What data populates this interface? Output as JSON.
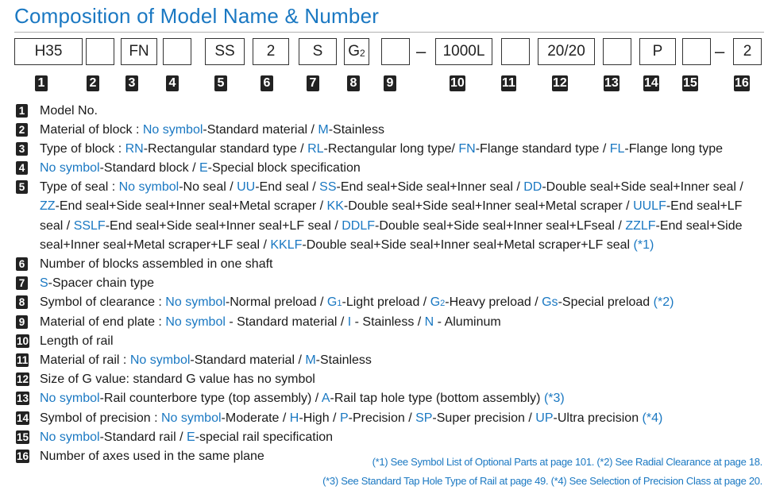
{
  "title": "Composition of Model Name & Number",
  "boxes": [
    "H35",
    "",
    "FN",
    "",
    "SS",
    "2",
    "S",
    "G2",
    "",
    "1000L",
    "",
    "20/20",
    "",
    "P",
    "",
    "2"
  ],
  "dash": "–",
  "badges": [
    "1",
    "2",
    "3",
    "4",
    "5",
    "6",
    "7",
    "8",
    "9",
    "10",
    "11",
    "12",
    "13",
    "14",
    "15",
    "16"
  ],
  "lines": [
    [
      {
        "t": "Model No."
      }
    ],
    [
      {
        "t": "Material of block : "
      },
      {
        "t": "No symbol",
        "b": 1
      },
      {
        "t": "-Standard material / "
      },
      {
        "t": "M",
        "b": 1
      },
      {
        "t": "-Stainless"
      }
    ],
    [
      {
        "t": "Type of block : "
      },
      {
        "t": "RN",
        "b": 1
      },
      {
        "t": "-Rectangular standard type / "
      },
      {
        "t": "RL",
        "b": 1
      },
      {
        "t": "-Rectangular long type/ "
      },
      {
        "t": "FN",
        "b": 1
      },
      {
        "t": "-Flange standard type / "
      },
      {
        "t": "FL",
        "b": 1
      },
      {
        "t": "-Flange long type"
      }
    ],
    [
      {
        "t": "No symbol",
        "b": 1
      },
      {
        "t": "-Standard block / "
      },
      {
        "t": "E",
        "b": 1
      },
      {
        "t": "-Special block specification"
      }
    ],
    [
      {
        "t": "Type of seal : "
      },
      {
        "t": "No symbol",
        "b": 1
      },
      {
        "t": "-No seal / "
      },
      {
        "t": "UU",
        "b": 1
      },
      {
        "t": "-End seal / "
      },
      {
        "t": "SS",
        "b": 1
      },
      {
        "t": "-End seal+Side seal+Inner seal / "
      },
      {
        "t": "DD",
        "b": 1
      },
      {
        "t": "-Double seal+Side seal+Inner seal / "
      },
      {
        "t": "ZZ",
        "b": 1
      },
      {
        "t": "-End seal+Side seal+Inner seal+Metal scraper / "
      },
      {
        "t": "KK",
        "b": 1
      },
      {
        "t": "-Double seal+Side seal+Inner seal+Metal scraper / "
      },
      {
        "t": "UULF",
        "b": 1
      },
      {
        "t": "-End seal+LF seal / "
      },
      {
        "t": "SSLF",
        "b": 1
      },
      {
        "t": "-End seal+Side seal+Inner seal+LF seal / "
      },
      {
        "t": "DDLF",
        "b": 1
      },
      {
        "t": "-Double seal+Side seal+Inner seal+LFseal / "
      },
      {
        "t": "ZZLF",
        "b": 1
      },
      {
        "t": "-End seal+Side seal+Inner seal+Metal scraper+LF seal / "
      },
      {
        "t": "KKLF",
        "b": 1
      },
      {
        "t": "-Double seal+Side seal+Inner seal+Metal scraper+LF seal "
      },
      {
        "t": "(*1)",
        "b": 1
      }
    ],
    [
      {
        "t": "Number of blocks assembled in one shaft"
      }
    ],
    [
      {
        "t": "S",
        "b": 1
      },
      {
        "t": "-Spacer chain type"
      }
    ],
    [
      {
        "t": "Symbol of clearance : "
      },
      {
        "t": "No symbol",
        "b": 1
      },
      {
        "t": "-Normal preload / "
      },
      {
        "t": "G",
        "b": 1
      },
      {
        "t": "1",
        "b": 1,
        "s": 1
      },
      {
        "t": "-Light preload / "
      },
      {
        "t": "G",
        "b": 1
      },
      {
        "t": "2",
        "b": 1,
        "s": 1
      },
      {
        "t": "-Heavy preload / "
      },
      {
        "t": "Gs",
        "b": 1
      },
      {
        "t": "-Special preload  "
      },
      {
        "t": "(*2)",
        "b": 1
      }
    ],
    [
      {
        "t": "Material of end plate : "
      },
      {
        "t": "No symbol",
        "b": 1
      },
      {
        "t": " - Standard material / "
      },
      {
        "t": "I",
        "b": 1
      },
      {
        "t": " - Stainless / "
      },
      {
        "t": "N",
        "b": 1
      },
      {
        "t": " - Aluminum"
      }
    ],
    [
      {
        "t": "Length of rail"
      }
    ],
    [
      {
        "t": "Material of rail : "
      },
      {
        "t": "No symbol",
        "b": 1
      },
      {
        "t": "-Standard material / "
      },
      {
        "t": "M",
        "b": 1
      },
      {
        "t": "-Stainless"
      }
    ],
    [
      {
        "t": "Size of G value: standard G value has no symbol"
      }
    ],
    [
      {
        "t": "No symbol",
        "b": 1
      },
      {
        "t": "-Rail counterbore type (top assembly) / "
      },
      {
        "t": "A",
        "b": 1
      },
      {
        "t": "-Rail tap hole type (bottom assembly) "
      },
      {
        "t": "(*3)",
        "b": 1
      }
    ],
    [
      {
        "t": "Symbol of precision : "
      },
      {
        "t": "No symbol",
        "b": 1
      },
      {
        "t": "-Moderate / "
      },
      {
        "t": "H",
        "b": 1
      },
      {
        "t": "-High / "
      },
      {
        "t": "P",
        "b": 1
      },
      {
        "t": "-Precision / "
      },
      {
        "t": "SP",
        "b": 1
      },
      {
        "t": "-Super precision / "
      },
      {
        "t": "UP",
        "b": 1
      },
      {
        "t": "-Ultra precision  "
      },
      {
        "t": "(*4)",
        "b": 1
      }
    ],
    [
      {
        "t": "No symbol",
        "b": 1
      },
      {
        "t": "-Standard rail / "
      },
      {
        "t": "E",
        "b": 1
      },
      {
        "t": "-special rail specification"
      }
    ],
    [
      {
        "t": "Number of axes used in the same plane"
      }
    ]
  ],
  "notes": [
    "(*1) See Symbol List of Optional Parts at page 101.   (*2) See Radial Clearance at page 18.",
    "(*3) See Standard Tap Hole Type of Rail at page 49.   (*4) See Selection of Precision Class at page 20."
  ],
  "colors": {
    "accent": "#1a78c2",
    "text": "#1a1a1a",
    "badge": "#222222"
  }
}
